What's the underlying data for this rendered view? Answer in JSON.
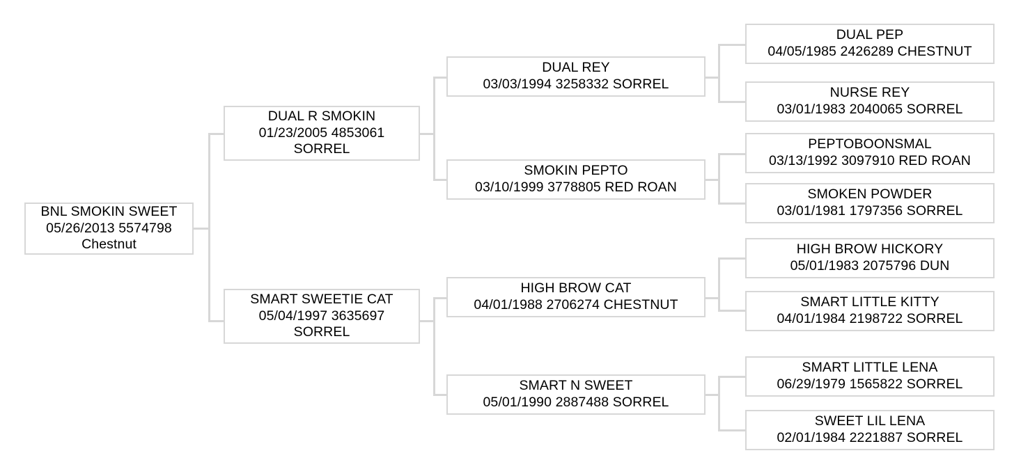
{
  "chart": {
    "type": "pedigree-tree",
    "title": "",
    "generations": 4,
    "line_color": "#d7d7d7",
    "box_border_color": "#d7d7d7",
    "background_color": "#ffffff",
    "text_color": "#000000"
  },
  "nodes": {
    "subject": {
      "name": "BNL SMOKIN SWEET",
      "detail": "05/26/2013 5574798",
      "color": "Chestnut",
      "birth_date": "05/26/2013",
      "registration": "5574798"
    },
    "sire": {
      "name": "DUAL R SMOKIN",
      "detail": "01/23/2005 4853061",
      "color": "SORREL",
      "birth_date": "01/23/2005",
      "registration": "4853061"
    },
    "dam": {
      "name": "SMART SWEETIE CAT",
      "detail": "05/04/1997 3635697",
      "color": "SORREL",
      "birth_date": "05/04/1997",
      "registration": "3635697"
    },
    "sire_sire": {
      "name": "DUAL REY",
      "detail": "03/03/1994 3258332 SORREL",
      "birth_date": "03/03/1994",
      "registration": "3258332",
      "color": "SORREL"
    },
    "sire_dam": {
      "name": "SMOKIN PEPTO",
      "detail": "03/10/1999 3778805 RED ROAN",
      "birth_date": "03/10/1999",
      "registration": "3778805",
      "color": "RED ROAN"
    },
    "dam_sire": {
      "name": "HIGH BROW CAT",
      "detail": "04/01/1988 2706274 CHESTNUT",
      "birth_date": "04/01/1988",
      "registration": "2706274",
      "color": "CHESTNUT"
    },
    "dam_dam": {
      "name": "SMART N SWEET",
      "detail": "05/01/1990 2887488 SORREL",
      "birth_date": "05/01/1990",
      "registration": "2887488",
      "color": "SORREL"
    },
    "g4_1": {
      "name": "DUAL PEP",
      "detail": "04/05/1985 2426289 CHESTNUT",
      "birth_date": "04/05/1985",
      "registration": "2426289",
      "color": "CHESTNUT"
    },
    "g4_2": {
      "name": "NURSE REY",
      "detail": "03/01/1983 2040065 SORREL",
      "birth_date": "03/01/1983",
      "registration": "2040065",
      "color": "SORREL"
    },
    "g4_3": {
      "name": "PEPTOBOONSMAL",
      "detail": "03/13/1992 3097910 RED ROAN",
      "birth_date": "03/13/1992",
      "registration": "3097910",
      "color": "RED ROAN"
    },
    "g4_4": {
      "name": "SMOKEN POWDER",
      "detail": "03/01/1981 1797356 SORREL",
      "birth_date": "03/01/1981",
      "registration": "1797356",
      "color": "SORREL"
    },
    "g4_5": {
      "name": "HIGH BROW HICKORY",
      "detail": "05/01/1983 2075796 DUN",
      "birth_date": "05/01/1983",
      "registration": "2075796",
      "color": "DUN"
    },
    "g4_6": {
      "name": "SMART LITTLE KITTY",
      "detail": "04/01/1984 2198722 SORREL",
      "birth_date": "04/01/1984",
      "registration": "2198722",
      "color": "SORREL"
    },
    "g4_7": {
      "name": "SMART LITTLE LENA",
      "detail": "06/29/1979 1565822 SORREL",
      "birth_date": "06/29/1979",
      "registration": "1565822",
      "color": "SORREL"
    },
    "g4_8": {
      "name": "SWEET LIL LENA",
      "detail": "02/01/1984 2221887 SORREL",
      "birth_date": "02/01/1984",
      "registration": "2221887",
      "color": "SORREL"
    }
  }
}
